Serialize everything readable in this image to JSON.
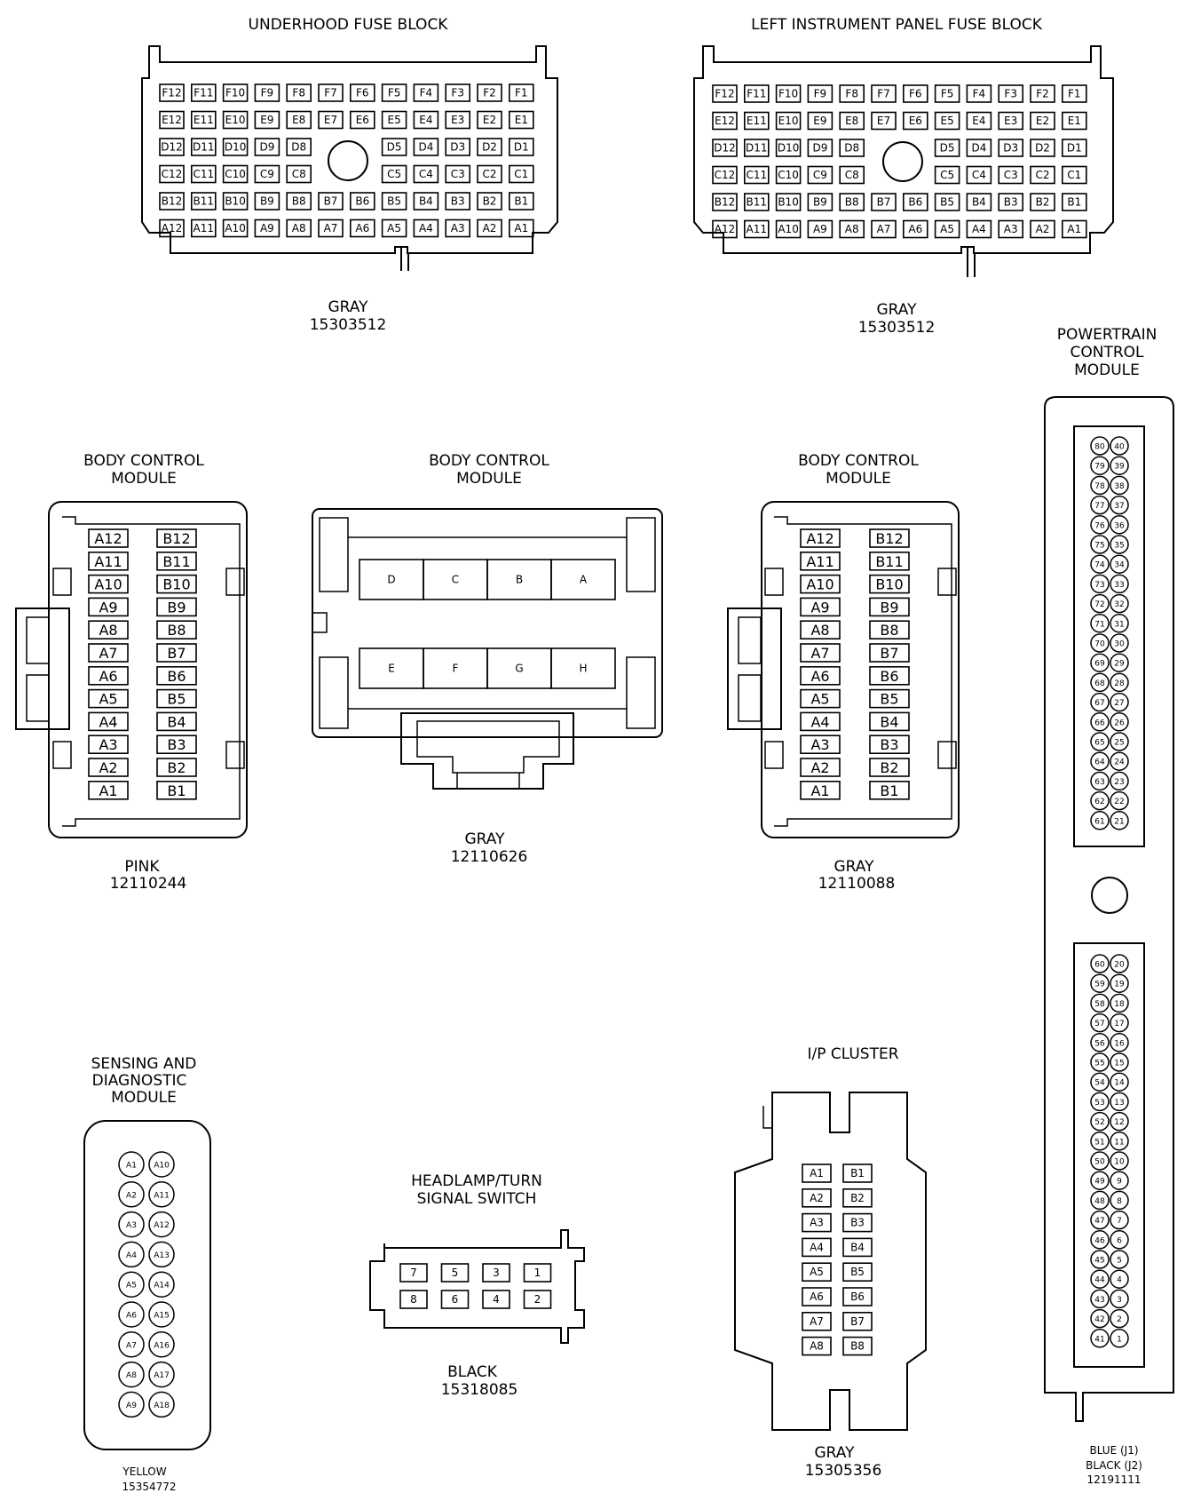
{
  "connectors": {
    "underhood_fuse_block": {
      "title": "UNDERHOOD FUSE BLOCK",
      "color": "GRAY",
      "part_number": "15303512",
      "rows": [
        [
          "F12",
          "F11",
          "F10",
          "F9",
          "F8",
          "F7",
          "F6",
          "F5",
          "F4",
          "F3",
          "F2",
          "F1"
        ],
        [
          "E12",
          "E11",
          "E10",
          "E9",
          "E8",
          "E7",
          "E6",
          "E5",
          "E4",
          "E3",
          "E2",
          "E1"
        ],
        [
          "D12",
          "D11",
          "D10",
          "D9",
          "D8",
          "",
          "",
          "D5",
          "D4",
          "D3",
          "D2",
          "D1"
        ],
        [
          "C12",
          "C11",
          "C10",
          "C9",
          "C8",
          "",
          "",
          "C5",
          "C4",
          "C3",
          "C2",
          "C1"
        ],
        [
          "B12",
          "B11",
          "B10",
          "B9",
          "B8",
          "B7",
          "B6",
          "B5",
          "B4",
          "B3",
          "B2",
          "B1"
        ],
        [
          "A12",
          "A11",
          "A10",
          "A9",
          "A8",
          "A7",
          "A6",
          "A5",
          "A4",
          "A3",
          "A2",
          "A1"
        ]
      ]
    },
    "left_ip_fuse_block": {
      "title": "LEFT INSTRUMENT PANEL FUSE BLOCK",
      "color": "GRAY",
      "part_number": "15303512",
      "rows": [
        [
          "F12",
          "F11",
          "F10",
          "F9",
          "F8",
          "F7",
          "F6",
          "F5",
          "F4",
          "F3",
          "F2",
          "F1"
        ],
        [
          "E12",
          "E11",
          "E10",
          "E9",
          "E8",
          "E7",
          "E6",
          "E5",
          "E4",
          "E3",
          "E2",
          "E1"
        ],
        [
          "D12",
          "D11",
          "D10",
          "D9",
          "D8",
          "",
          "",
          "D5",
          "D4",
          "D3",
          "D2",
          "D1"
        ],
        [
          "C12",
          "C11",
          "C10",
          "C9",
          "C8",
          "",
          "",
          "C5",
          "C4",
          "C3",
          "C2",
          "C1"
        ],
        [
          "B12",
          "B11",
          "B10",
          "B9",
          "B8",
          "B7",
          "B6",
          "B5",
          "B4",
          "B3",
          "B2",
          "B1"
        ],
        [
          "A12",
          "A11",
          "A10",
          "A9",
          "A8",
          "A7",
          "A6",
          "A5",
          "A4",
          "A3",
          "A2",
          "A1"
        ]
      ]
    },
    "bcm_pink": {
      "title_line1": "BODY CONTROL",
      "title_line2": "MODULE",
      "color": "PINK",
      "part_number": "12110244",
      "a_col": [
        "A12",
        "A11",
        "A10",
        "A9",
        "A8",
        "A7",
        "A6",
        "A5",
        "A4",
        "A3",
        "A2",
        "A1"
      ],
      "b_col": [
        "B12",
        "B11",
        "B10",
        "B9",
        "B8",
        "B7",
        "B6",
        "B5",
        "B4",
        "B3",
        "B2",
        "B1"
      ]
    },
    "bcm_gray_626": {
      "title_line1": "BODY CONTROL",
      "title_line2": "MODULE",
      "color": "GRAY",
      "part_number": "12110626",
      "top_row": [
        "D",
        "C",
        "B",
        "A"
      ],
      "bottom_row": [
        "E",
        "F",
        "G",
        "H"
      ]
    },
    "bcm_gray_088": {
      "title_line1": "BODY CONTROL",
      "title_line2": "MODULE",
      "color": "GRAY",
      "part_number": "12110088",
      "a_col": [
        "A12",
        "A11",
        "A10",
        "A9",
        "A8",
        "A7",
        "A6",
        "A5",
        "A4",
        "A3",
        "A2",
        "A1"
      ],
      "b_col": [
        "B12",
        "B11",
        "B10",
        "B9",
        "B8",
        "B7",
        "B6",
        "B5",
        "B4",
        "B3",
        "B2",
        "B1"
      ]
    },
    "pcm": {
      "title_line1": "POWERTRAIN",
      "title_line2": "CONTROL",
      "title_line3": "MODULE",
      "color_line1": "BLUE (J1)",
      "color_line2": "BLACK (J2)",
      "part_number": "12191111",
      "upper_left": [
        "80",
        "79",
        "78",
        "77",
        "76",
        "75",
        "74",
        "73",
        "72",
        "71",
        "70",
        "69",
        "68",
        "67",
        "66",
        "65",
        "64",
        "63",
        "62",
        "61"
      ],
      "upper_right": [
        "40",
        "39",
        "38",
        "37",
        "36",
        "35",
        "34",
        "33",
        "32",
        "31",
        "30",
        "29",
        "28",
        "27",
        "26",
        "25",
        "24",
        "23",
        "22",
        "21"
      ],
      "lower_left": [
        "60",
        "59",
        "58",
        "57",
        "56",
        "55",
        "54",
        "53",
        "52",
        "51",
        "50",
        "49",
        "48",
        "47",
        "46",
        "45",
        "44",
        "43",
        "42",
        "41"
      ],
      "lower_right": [
        "20",
        "19",
        "18",
        "17",
        "16",
        "15",
        "14",
        "13",
        "12",
        "11",
        "10",
        "9",
        "8",
        "7",
        "6",
        "5",
        "4",
        "3",
        "2",
        "1"
      ]
    },
    "sdm": {
      "title_line1": "SENSING AND",
      "title_line2": "DIAGNOSTIC",
      "title_line3": "MODULE",
      "color": "YELLOW",
      "part_number": "15354772",
      "left_col": [
        "A1",
        "A2",
        "A3",
        "A4",
        "A5",
        "A6",
        "A7",
        "A8",
        "A9"
      ],
      "right_col": [
        "A10",
        "A11",
        "A12",
        "A13",
        "A14",
        "A15",
        "A16",
        "A17",
        "A18"
      ]
    },
    "headlamp_switch": {
      "title_line1": "HEADLAMP/TURN",
      "title_line2": "SIGNAL SWITCH",
      "color": "BLACK",
      "part_number": "15318085",
      "top_row": [
        "7",
        "5",
        "3",
        "1"
      ],
      "bottom_row": [
        "8",
        "6",
        "4",
        "2"
      ]
    },
    "ip_cluster": {
      "title": "I/P CLUSTER",
      "color": "GRAY",
      "part_number": "15305356",
      "a_col": [
        "A1",
        "A2",
        "A3",
        "A4",
        "A5",
        "A6",
        "A7",
        "A8"
      ],
      "b_col": [
        "B1",
        "B2",
        "B3",
        "B4",
        "B5",
        "B6",
        "B7",
        "B8"
      ]
    }
  }
}
